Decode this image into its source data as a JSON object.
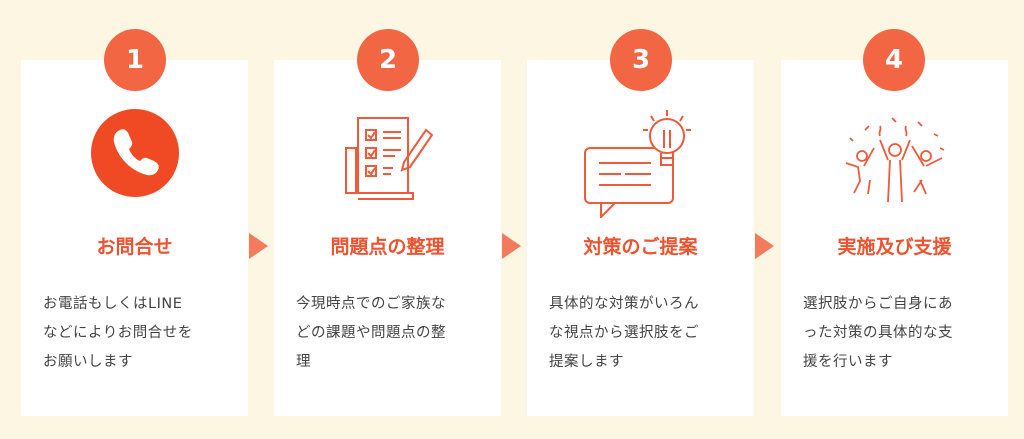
{
  "accent": "#f26644",
  "steps": [
    {
      "number": "1",
      "icon": "phone-icon",
      "title": "お問合せ",
      "lines": [
        "お電話もしくはLINE",
        "などによりお問合せを",
        "お願いします"
      ]
    },
    {
      "number": "2",
      "icon": "checklist-icon",
      "title": "問題点の整理",
      "lines": [
        "今現時点でのご家族な",
        "どの課題や問題点の整",
        "理"
      ]
    },
    {
      "number": "3",
      "icon": "idea-chat-icon",
      "title": "対策のご提案",
      "lines": [
        "具体的な対策がいろん",
        "な視点から選択肢をご",
        "提案します"
      ]
    },
    {
      "number": "4",
      "icon": "celebration-icon",
      "title": "実施及び支援",
      "lines": [
        "選択肢からご自身にあ",
        "った対策の具体的な支",
        "援を行います"
      ]
    }
  ]
}
